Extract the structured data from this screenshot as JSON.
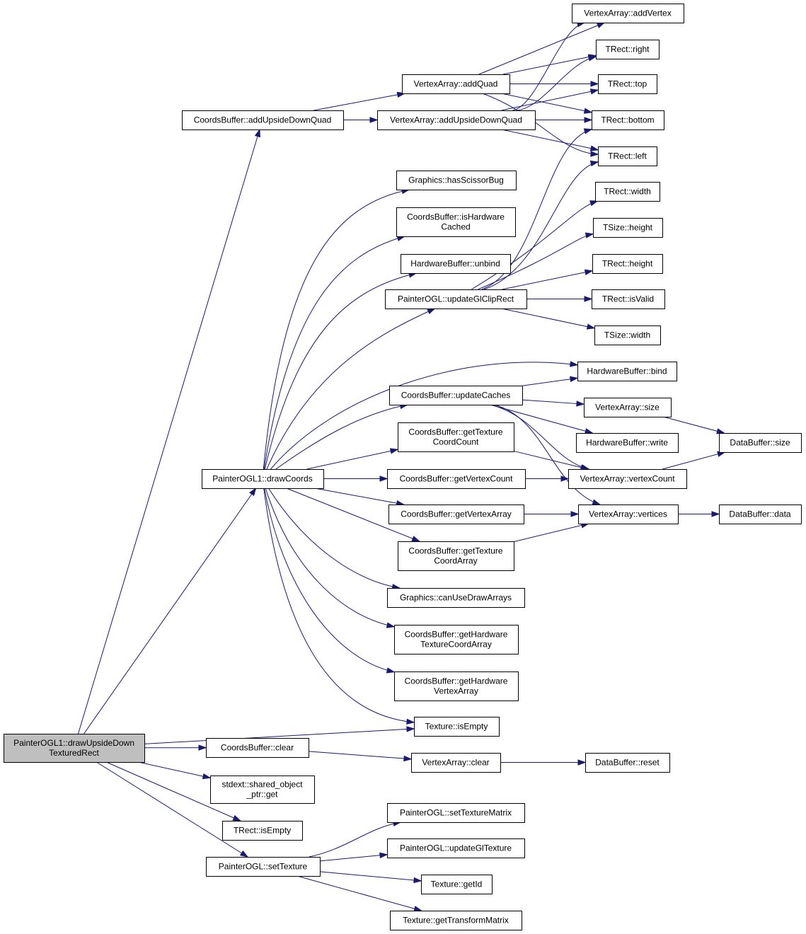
{
  "nodes": [
    {
      "id": "root",
      "lines": [
        "PainterOGL1::drawUpsideDown",
        "TexturedRect"
      ]
    },
    {
      "id": "cb_addUDQ",
      "lines": [
        "CoordsBuffer::addUpsideDownQuad"
      ]
    },
    {
      "id": "po1_drawCoords",
      "lines": [
        "PainterOGL1::drawCoords"
      ]
    },
    {
      "id": "tex_isEmpty",
      "lines": [
        "Texture::isEmpty"
      ]
    },
    {
      "id": "cb_clear",
      "lines": [
        "CoordsBuffer::clear"
      ]
    },
    {
      "id": "sop_get",
      "lines": [
        "stdext::shared_object",
        "_ptr::get"
      ]
    },
    {
      "id": "trect_isEmpty",
      "lines": [
        "TRect::isEmpty"
      ]
    },
    {
      "id": "po_setTexture",
      "lines": [
        "PainterOGL::setTexture"
      ]
    },
    {
      "id": "va_addQuad",
      "lines": [
        "VertexArray::addQuad"
      ]
    },
    {
      "id": "va_addUDQ",
      "lines": [
        "VertexArray::addUpsideDownQuad"
      ]
    },
    {
      "id": "g_hasScissor",
      "lines": [
        "Graphics::hasScissorBug"
      ]
    },
    {
      "id": "cb_isHWCached",
      "lines": [
        "CoordsBuffer::isHardware",
        "Cached"
      ]
    },
    {
      "id": "hb_unbind",
      "lines": [
        "HardwareBuffer::unbind"
      ]
    },
    {
      "id": "po_updateClip",
      "lines": [
        "PainterOGL::updateGlClipRect"
      ]
    },
    {
      "id": "cb_updateCaches",
      "lines": [
        "CoordsBuffer::updateCaches"
      ]
    },
    {
      "id": "cb_getTexCoordCount",
      "lines": [
        "CoordsBuffer::getTexture",
        "CoordCount"
      ]
    },
    {
      "id": "cb_getVertexCount",
      "lines": [
        "CoordsBuffer::getVertexCount"
      ]
    },
    {
      "id": "cb_getVertexArray",
      "lines": [
        "CoordsBuffer::getVertexArray"
      ]
    },
    {
      "id": "cb_getTexCoordArray",
      "lines": [
        "CoordsBuffer::getTexture",
        "CoordArray"
      ]
    },
    {
      "id": "g_canUseDrawArrays",
      "lines": [
        "Graphics::canUseDrawArrays"
      ]
    },
    {
      "id": "cb_getHWTexCoordArray",
      "lines": [
        "CoordsBuffer::getHardware",
        "TextureCoordArray"
      ]
    },
    {
      "id": "cb_getHWVertexArray",
      "lines": [
        "CoordsBuffer::getHardware",
        "VertexArray"
      ]
    },
    {
      "id": "va_clear",
      "lines": [
        "VertexArray::clear"
      ]
    },
    {
      "id": "po_setTexMatrix",
      "lines": [
        "PainterOGL::setTextureMatrix"
      ]
    },
    {
      "id": "po_updateGlTexture",
      "lines": [
        "PainterOGL::updateGlTexture"
      ]
    },
    {
      "id": "tex_getId",
      "lines": [
        "Texture::getId"
      ]
    },
    {
      "id": "tex_getTransformMatrix",
      "lines": [
        "Texture::getTransformMatrix"
      ]
    },
    {
      "id": "va_addVertex",
      "lines": [
        "VertexArray::addVertex"
      ]
    },
    {
      "id": "trect_right",
      "lines": [
        "TRect::right"
      ]
    },
    {
      "id": "trect_top",
      "lines": [
        "TRect::top"
      ]
    },
    {
      "id": "trect_bottom",
      "lines": [
        "TRect::bottom"
      ]
    },
    {
      "id": "trect_left",
      "lines": [
        "TRect::left"
      ]
    },
    {
      "id": "trect_width",
      "lines": [
        "TRect::width"
      ]
    },
    {
      "id": "tsize_height",
      "lines": [
        "TSize::height"
      ]
    },
    {
      "id": "trect_height",
      "lines": [
        "TRect::height"
      ]
    },
    {
      "id": "trect_isValid",
      "lines": [
        "TRect::isValid"
      ]
    },
    {
      "id": "tsize_width",
      "lines": [
        "TSize::width"
      ]
    },
    {
      "id": "hb_bind",
      "lines": [
        "HardwareBuffer::bind"
      ]
    },
    {
      "id": "va_size",
      "lines": [
        "VertexArray::size"
      ]
    },
    {
      "id": "hb_write",
      "lines": [
        "HardwareBuffer::write"
      ]
    },
    {
      "id": "va_vertexCount",
      "lines": [
        "VertexArray::vertexCount"
      ]
    },
    {
      "id": "va_vertices",
      "lines": [
        "VertexArray::vertices"
      ]
    },
    {
      "id": "db_size",
      "lines": [
        "DataBuffer::size"
      ]
    },
    {
      "id": "db_data",
      "lines": [
        "DataBuffer::data"
      ]
    },
    {
      "id": "db_reset",
      "lines": [
        "DataBuffer::reset"
      ]
    }
  ],
  "edges": [
    [
      "root",
      "cb_addUDQ"
    ],
    [
      "root",
      "po1_drawCoords"
    ],
    [
      "root",
      "tex_isEmpty"
    ],
    [
      "root",
      "cb_clear"
    ],
    [
      "root",
      "sop_get"
    ],
    [
      "root",
      "trect_isEmpty"
    ],
    [
      "root",
      "po_setTexture"
    ],
    [
      "cb_addUDQ",
      "va_addQuad"
    ],
    [
      "cb_addUDQ",
      "va_addUDQ"
    ],
    [
      "va_addQuad",
      "va_addVertex"
    ],
    [
      "va_addQuad",
      "trect_right"
    ],
    [
      "va_addQuad",
      "trect_top"
    ],
    [
      "va_addQuad",
      "trect_bottom"
    ],
    [
      "va_addQuad",
      "trect_left"
    ],
    [
      "va_addUDQ",
      "va_addVertex"
    ],
    [
      "va_addUDQ",
      "trect_right"
    ],
    [
      "va_addUDQ",
      "trect_top"
    ],
    [
      "va_addUDQ",
      "trect_bottom"
    ],
    [
      "va_addUDQ",
      "trect_left"
    ],
    [
      "po1_drawCoords",
      "g_hasScissor"
    ],
    [
      "po1_drawCoords",
      "cb_isHWCached"
    ],
    [
      "po1_drawCoords",
      "hb_unbind"
    ],
    [
      "po1_drawCoords",
      "po_updateClip"
    ],
    [
      "po1_drawCoords",
      "hb_bind"
    ],
    [
      "po1_drawCoords",
      "cb_updateCaches"
    ],
    [
      "po1_drawCoords",
      "cb_getTexCoordCount"
    ],
    [
      "po1_drawCoords",
      "cb_getVertexCount"
    ],
    [
      "po1_drawCoords",
      "cb_getVertexArray"
    ],
    [
      "po1_drawCoords",
      "cb_getTexCoordArray"
    ],
    [
      "po1_drawCoords",
      "g_canUseDrawArrays"
    ],
    [
      "po1_drawCoords",
      "cb_getHWTexCoordArray"
    ],
    [
      "po1_drawCoords",
      "cb_getHWVertexArray"
    ],
    [
      "po1_drawCoords",
      "tex_isEmpty"
    ],
    [
      "po_updateClip",
      "trect_bottom"
    ],
    [
      "po_updateClip",
      "trect_left"
    ],
    [
      "po_updateClip",
      "trect_width"
    ],
    [
      "po_updateClip",
      "tsize_height"
    ],
    [
      "po_updateClip",
      "trect_height"
    ],
    [
      "po_updateClip",
      "trect_isValid"
    ],
    [
      "po_updateClip",
      "tsize_width"
    ],
    [
      "cb_updateCaches",
      "hb_bind"
    ],
    [
      "cb_updateCaches",
      "va_size"
    ],
    [
      "cb_updateCaches",
      "hb_write"
    ],
    [
      "cb_updateCaches",
      "va_vertexCount"
    ],
    [
      "cb_updateCaches",
      "va_vertices"
    ],
    [
      "cb_getTexCoordCount",
      "va_vertexCount"
    ],
    [
      "cb_getVertexCount",
      "va_vertexCount"
    ],
    [
      "cb_getVertexArray",
      "va_vertices"
    ],
    [
      "cb_getTexCoordArray",
      "va_vertices"
    ],
    [
      "va_size",
      "db_size"
    ],
    [
      "va_vertexCount",
      "db_size"
    ],
    [
      "va_vertices",
      "db_data"
    ],
    [
      "cb_clear",
      "va_clear"
    ],
    [
      "va_clear",
      "db_reset"
    ],
    [
      "po_setTexture",
      "po_setTexMatrix"
    ],
    [
      "po_setTexture",
      "po_updateGlTexture"
    ],
    [
      "po_setTexture",
      "tex_getId"
    ],
    [
      "po_setTexture",
      "tex_getTransformMatrix"
    ]
  ]
}
